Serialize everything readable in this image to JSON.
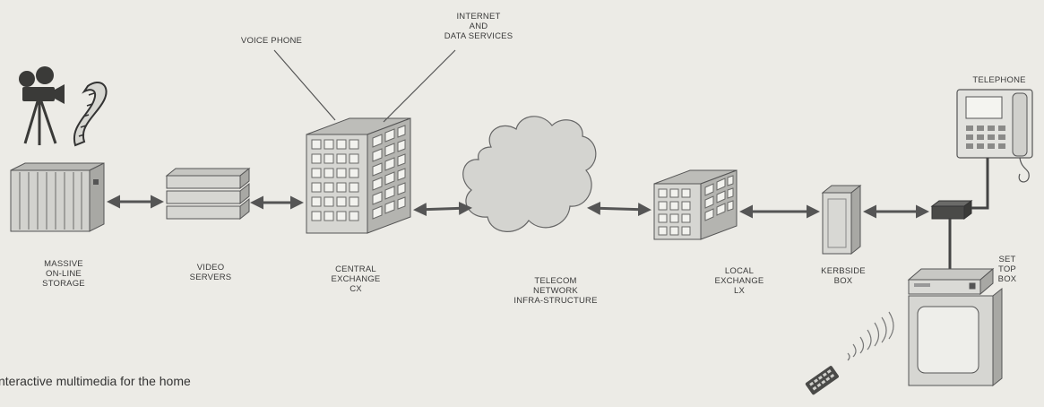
{
  "labels": {
    "massive_storage": "MASSIVE\nON-LINE\nSTORAGE",
    "video_servers": "VIDEO\nSERVERS",
    "central_exchange": "CENTRAL\nEXCHANGE\nCX",
    "voice_phone": "VOICE PHONE",
    "internet": "INTERNET\nAND\nDATA SERVICES",
    "telecom_network": "TELECOM\nNETWORK\nINFRA-STRUCTURE",
    "local_exchange": "LOCAL\nEXCHANGE\nLX",
    "kerbside_box": "KERBSIDE\nBOX",
    "telephone": "TELEPHONE",
    "set_top_box": "SET\nTOP\nBOX"
  },
  "caption": "nteractive multimedia for the home",
  "colors": {
    "background": "#ecebe6",
    "line": "#555555",
    "shape_fill": "#d9d9d6",
    "shape_dark": "#8a8a88"
  }
}
